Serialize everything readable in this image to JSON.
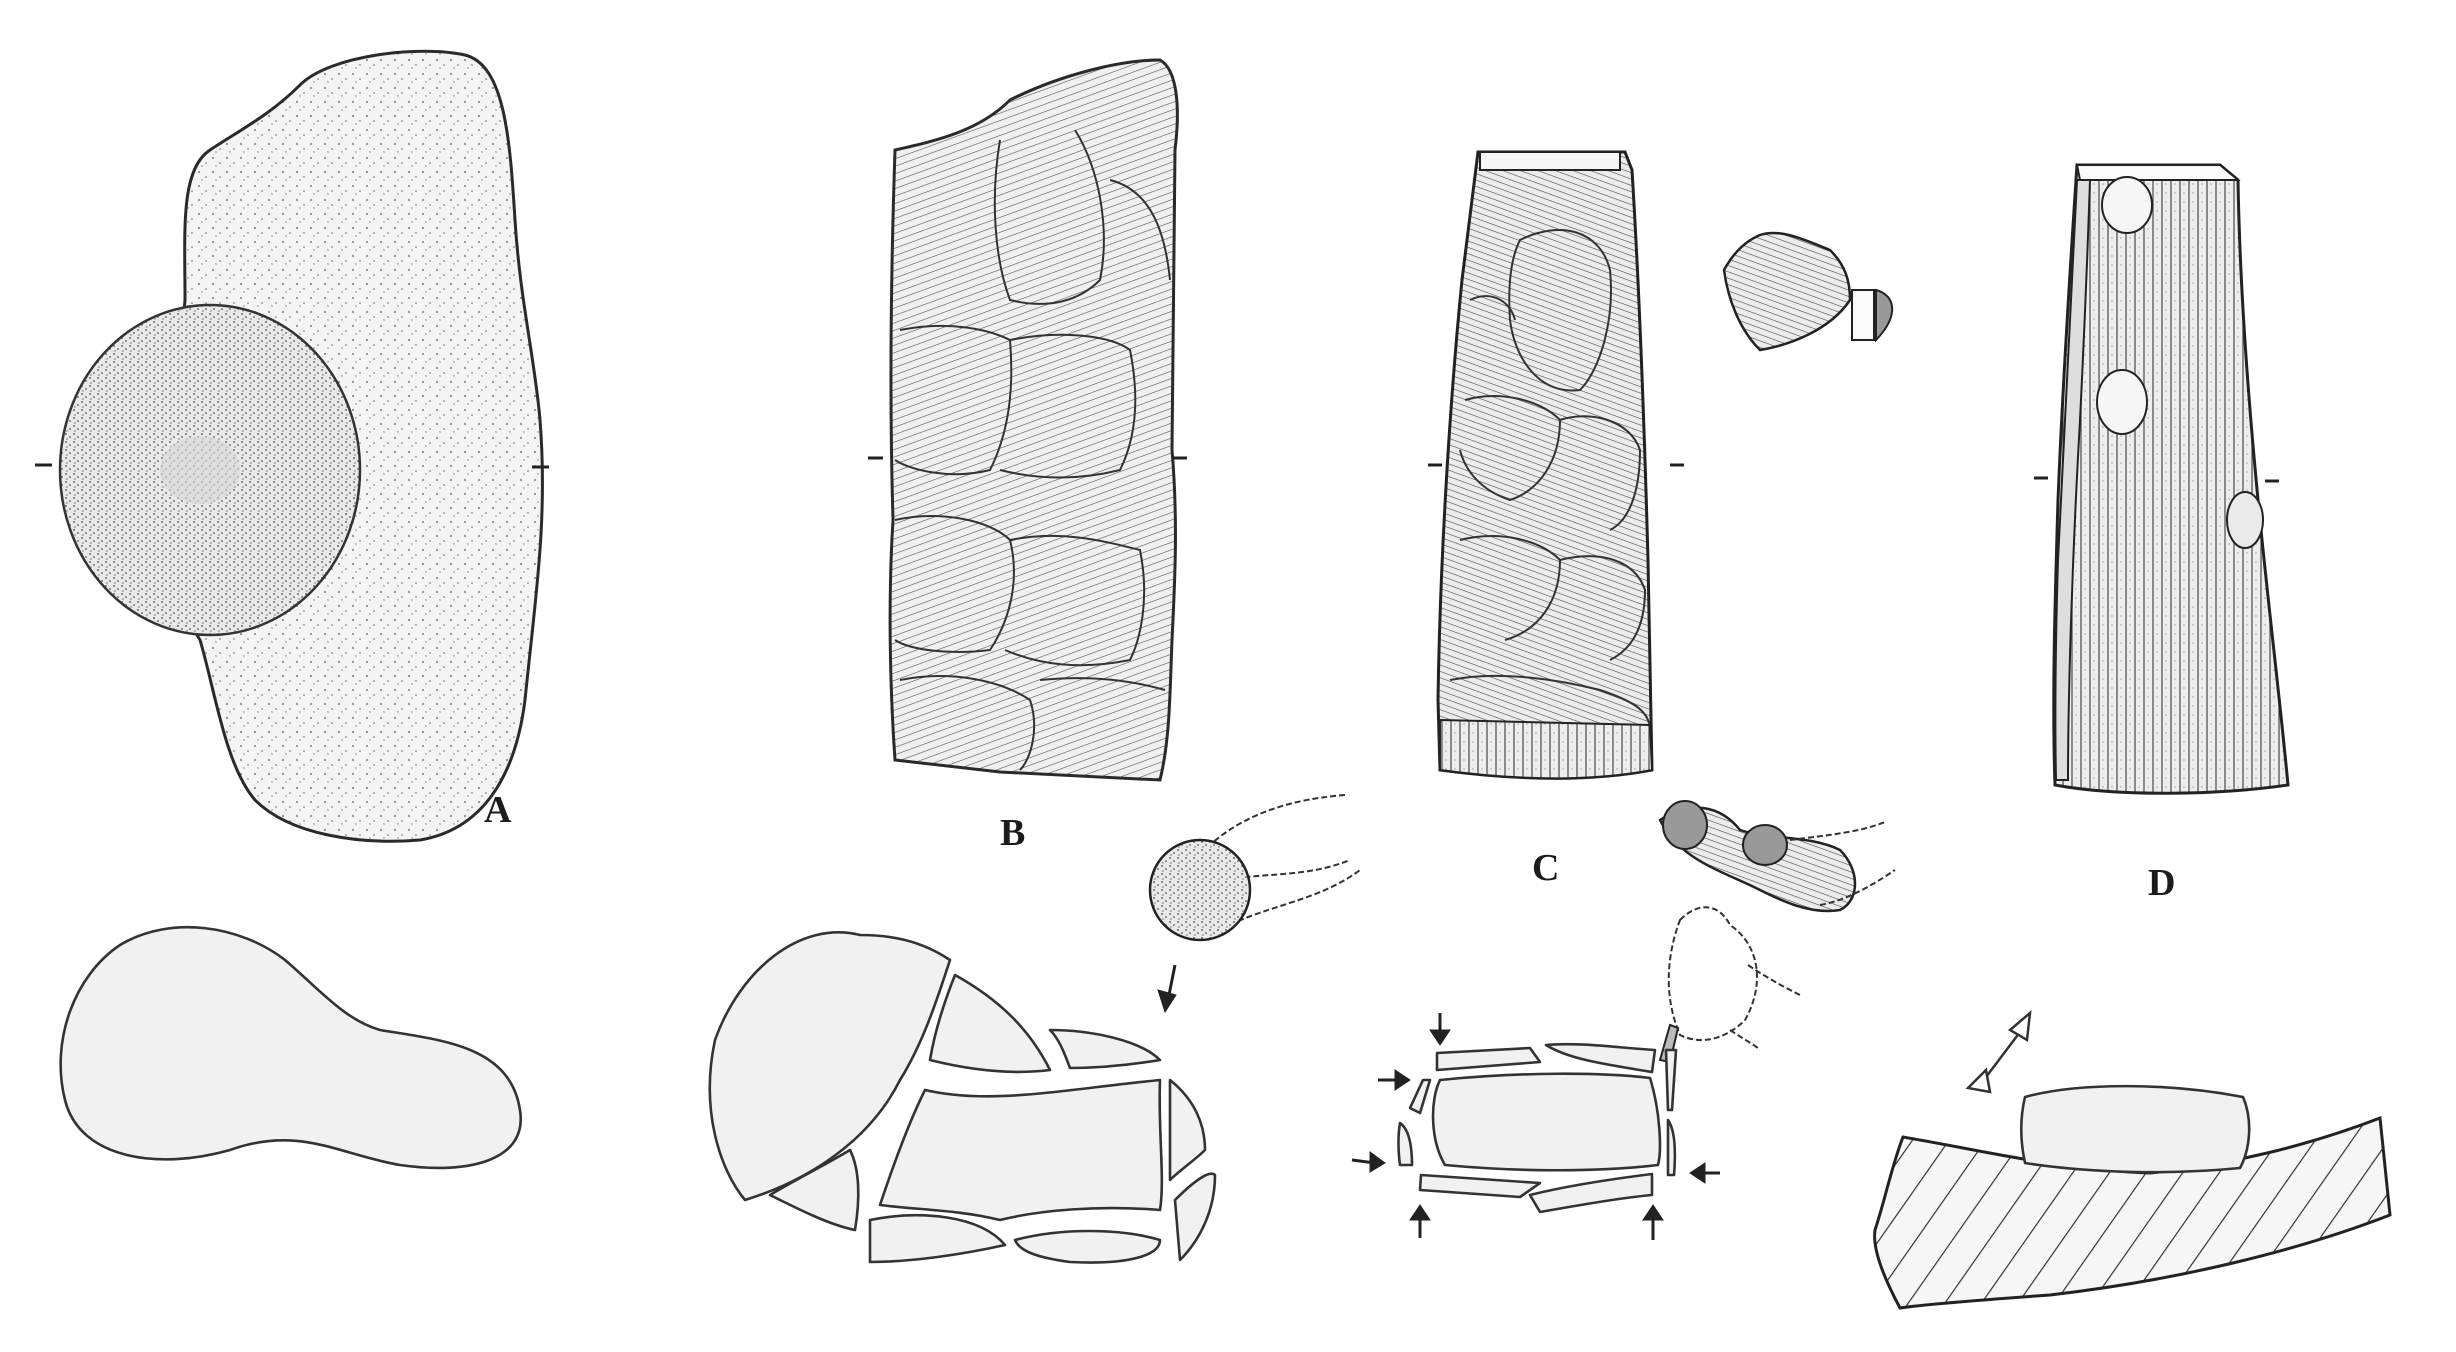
{
  "figure": {
    "description": "Stone tool manufacturing techniques illustration",
    "panels": [
      {
        "id": "A",
        "label": "A",
        "technique": "pecked cobble / hammerstone pecking"
      },
      {
        "id": "B",
        "label": "B",
        "technique": "percussion flaking with hammerstone"
      },
      {
        "id": "C",
        "label": "C",
        "technique": "pressure flaking with antler tool"
      },
      {
        "id": "D",
        "label": "D",
        "technique": "grinding on abrasive slab"
      }
    ],
    "colors": {
      "ink": "#222222",
      "fill": "#f2f2f2",
      "background": "#ffffff"
    },
    "arrows": {
      "B_count": 1,
      "C_count": 6,
      "D_double_headed": 1
    }
  }
}
